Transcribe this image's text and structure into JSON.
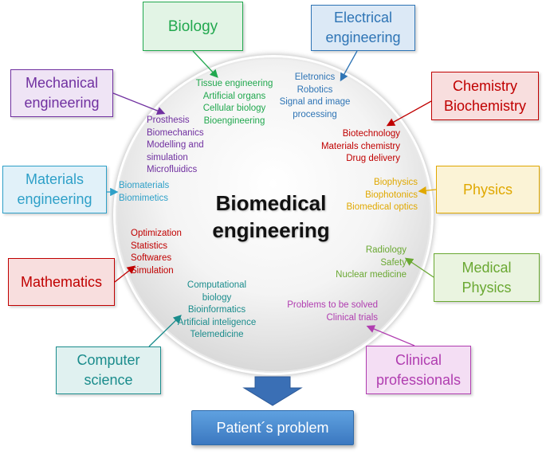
{
  "center_title": "Biomedical\nengineering",
  "result": "Patient´s problem",
  "colors": {
    "green": "#21a84e",
    "blue": "#2e74b5",
    "purple": "#7030a0",
    "red": "#c00000",
    "cyan": "#2ea0c8",
    "gold": "#e0a800",
    "lime": "#6aa832",
    "teal": "#1a8c8c",
    "magenta": "#b03db0"
  },
  "disciplines": [
    {
      "id": "biology",
      "label": "Biology",
      "topics": "Tissue engineering\nArtificial organs\nCellular biology\nBioengineering"
    },
    {
      "id": "electrical",
      "label": "Electrical\nengineering",
      "topics": "Eletronics\nRobotics\nSignal and image\nprocessing"
    },
    {
      "id": "mechanical",
      "label": "Mechanical\nengineering",
      "topics": "Prosthesis\nBiomechanics\nModelling and\nsimulation\nMicrofluidics"
    },
    {
      "id": "chemistry",
      "label": "Chemistry\nBiochemistry",
      "topics": "Biotechnology\nMaterials chemistry\nDrug delivery"
    },
    {
      "id": "materials",
      "label": "Materials\nengineering",
      "topics": "Biomaterials\nBiomimetics"
    },
    {
      "id": "physics",
      "label": "Physics",
      "topics": "Biophysics\nBiophotonics\nBiomedical optics"
    },
    {
      "id": "mathematics",
      "label": "Mathematics",
      "topics": "Optimization\nStatistics\nSoftwares\nSimulation"
    },
    {
      "id": "medical-physics",
      "label": "Medical\nPhysics",
      "topics": "Radiology\nSafety\nNuclear medicine"
    },
    {
      "id": "computer-science",
      "label": "Computer\nscience",
      "topics": "Computational\nbiology\nBioinformatics\nArtificial inteligence\nTelemedicine"
    },
    {
      "id": "clinical",
      "label": "Clinical\nprofessionals",
      "topics": "Problems to be solved\nClinical trials"
    }
  ]
}
